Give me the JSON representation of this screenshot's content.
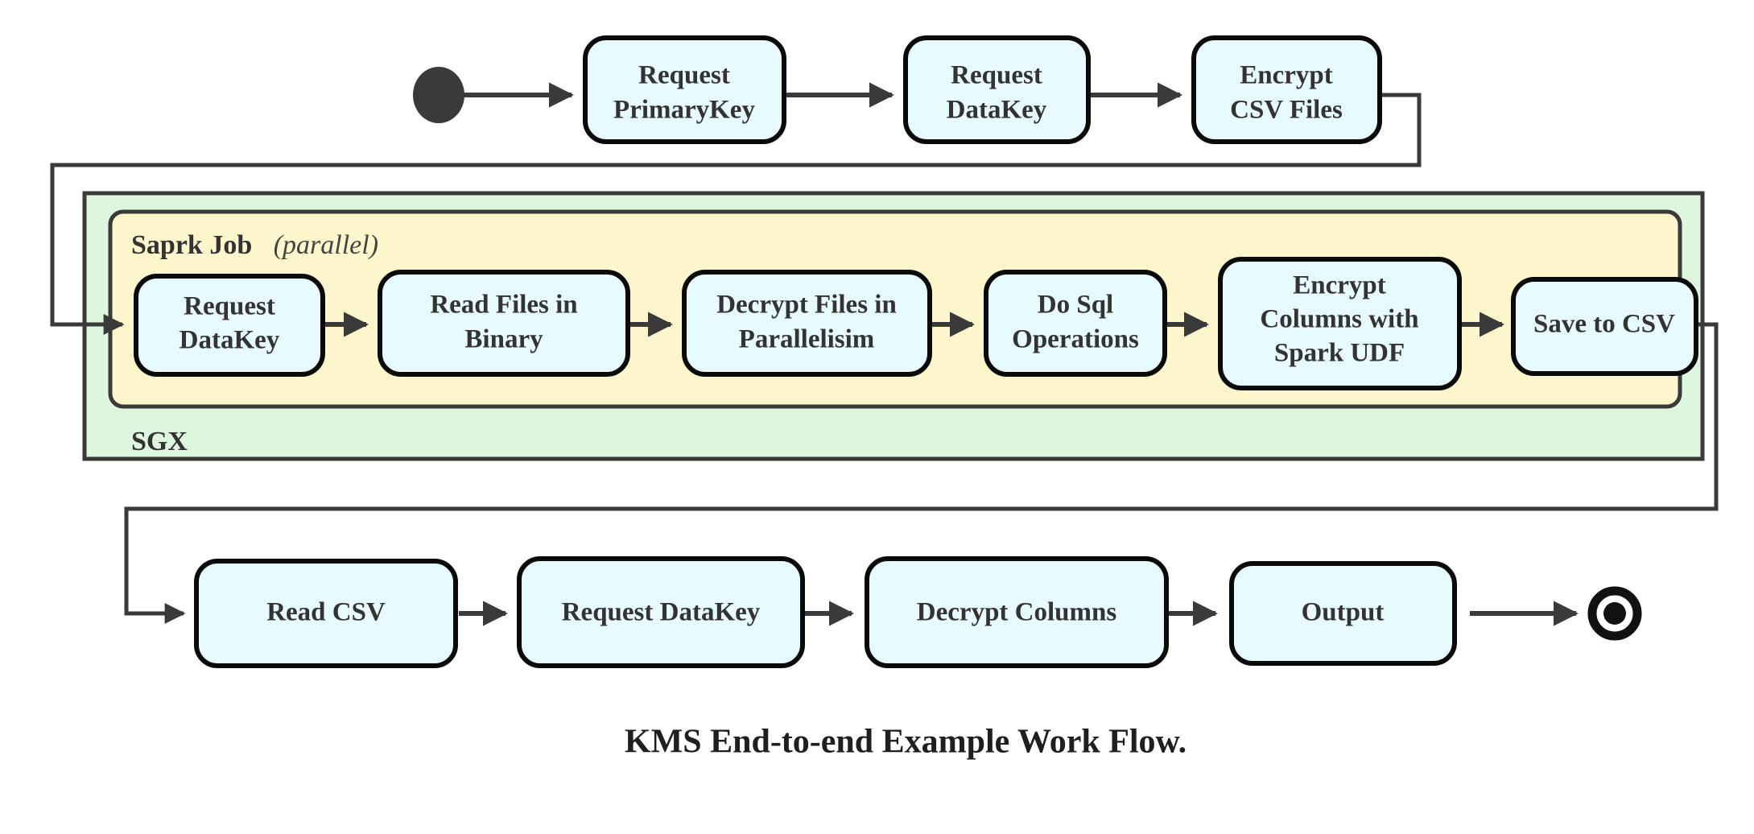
{
  "caption": "KMS End-to-end Example Work Flow.",
  "colors": {
    "node_fill": "#e7fbfe",
    "node_stroke": "#0a0a0a",
    "sgx_fill": "#ddf7df",
    "spark_fill": "#fdf5cc",
    "container_stroke": "#3a3a3a",
    "edge": "#3a3a3a",
    "text": "#333333"
  },
  "containers": {
    "sgx": {
      "label": "SGX"
    },
    "spark": {
      "label": "Saprk Job",
      "note": "(parallel)"
    }
  },
  "markers": {
    "start": "start-node",
    "end": "end-node"
  },
  "rows": {
    "top": {
      "nodes": [
        {
          "id": "request-primarykey",
          "lines": [
            "Request",
            "PrimaryKey"
          ]
        },
        {
          "id": "request-datakey-top",
          "lines": [
            "Request",
            "DataKey"
          ]
        },
        {
          "id": "encrypt-csv-files",
          "lines": [
            "Encrypt",
            "CSV Files"
          ]
        }
      ]
    },
    "spark": {
      "nodes": [
        {
          "id": "request-datakey-spark",
          "lines": [
            "Request",
            "DataKey"
          ]
        },
        {
          "id": "read-files-in-binary",
          "lines": [
            "Read Files in",
            "Binary"
          ]
        },
        {
          "id": "decrypt-files-in-parallelisim",
          "lines": [
            "Decrypt Files in",
            "Parallelisim"
          ]
        },
        {
          "id": "do-sql-operations",
          "lines": [
            "Do Sql",
            "Operations"
          ]
        },
        {
          "id": "encrypt-columns-with-spark-udf",
          "lines": [
            "Encrypt",
            "Columns with",
            "Spark UDF"
          ]
        },
        {
          "id": "save-to-csv",
          "lines": [
            "Save to CSV"
          ]
        }
      ]
    },
    "bottom": {
      "nodes": [
        {
          "id": "read-csv",
          "lines": [
            "Read CSV"
          ]
        },
        {
          "id": "request-datakey-bottom",
          "lines": [
            "Request DataKey"
          ]
        },
        {
          "id": "decrypt-columns",
          "lines": [
            "Decrypt Columns"
          ]
        },
        {
          "id": "output",
          "lines": [
            "Output"
          ]
        }
      ]
    }
  }
}
